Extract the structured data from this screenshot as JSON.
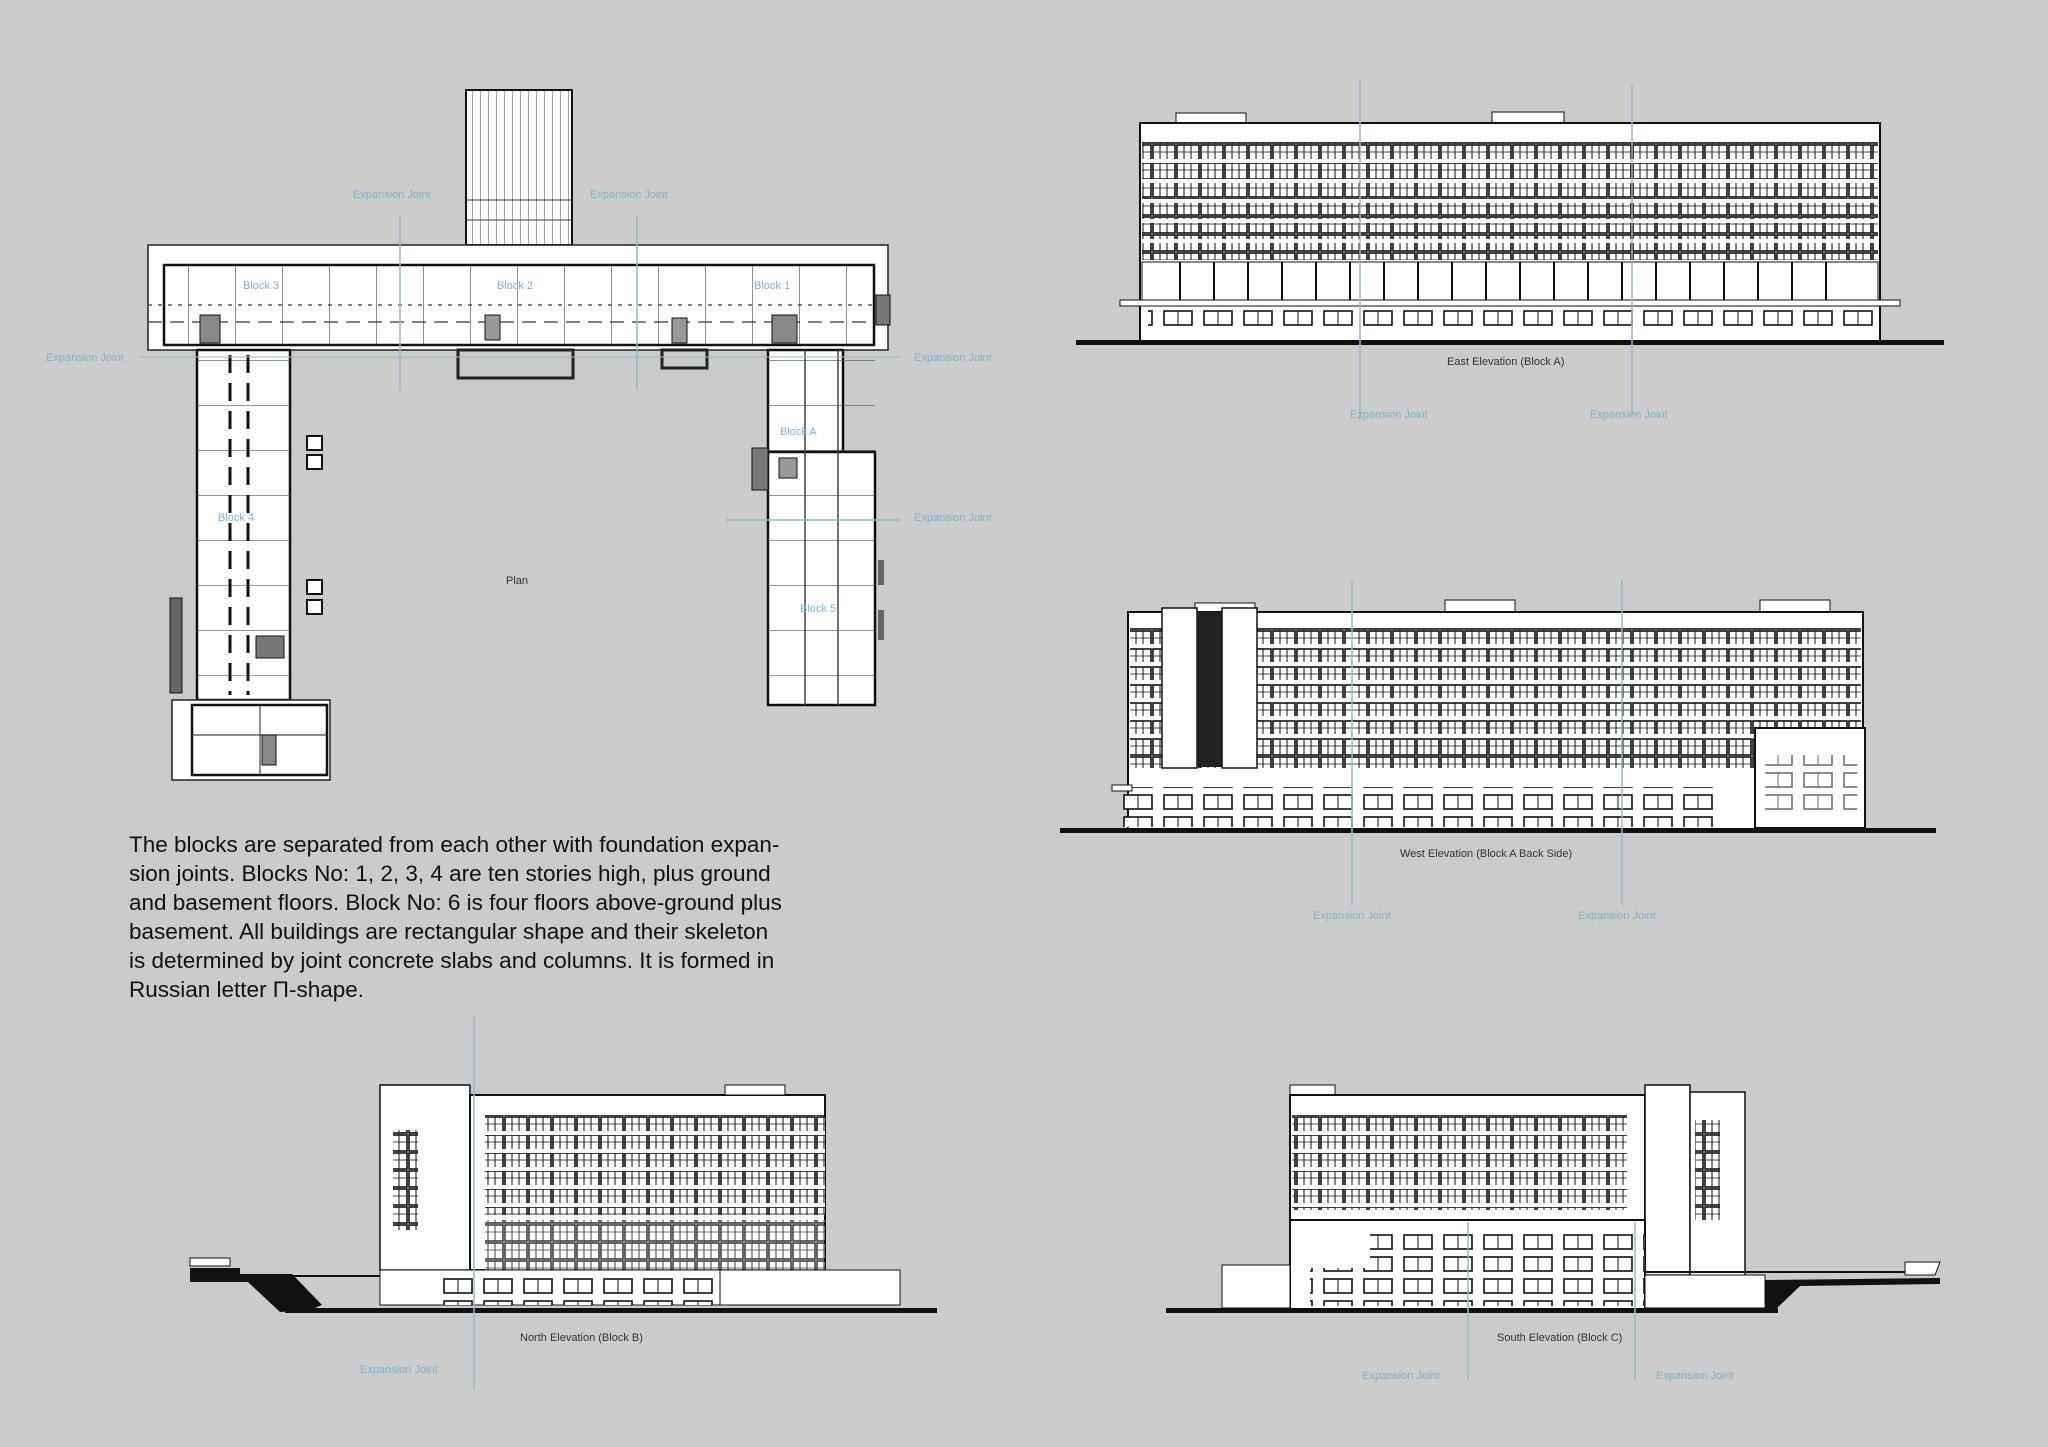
{
  "plan": {
    "title": "Plan",
    "blocks": [
      "Block 3",
      "Block 2",
      "Block 1",
      "Block 4",
      "Block A",
      "Block 5"
    ],
    "expansion_joint_labels": [
      "Expansion Joint",
      "Expansion Joint",
      "Expansion Joint",
      "Expansion Joint",
      "Expansion Joint"
    ]
  },
  "description": {
    "lines": [
      "The blocks are separated from each other with foundation expan-",
      "sion joints. Blocks No: 1, 2, 3, 4  are ten stories high, plus ground",
      "and basement floors. Block No: 6 is four floors above-ground plus",
      "basement. All buildings are rectangular shape and their skeleton",
      "is determined by joint concrete slabs and columns. It is formed in",
      "Russian letter П-shape."
    ]
  },
  "elevations": {
    "east": {
      "caption": "East Elevation (Block A)",
      "joints": [
        "Expansion Joint",
        "Expansion Joint"
      ]
    },
    "west": {
      "caption": "West Elevation (Block A Back Side)",
      "joints": [
        "Expansion Joint",
        "Expansion Joint"
      ]
    },
    "north": {
      "caption": "North Elevation (Block B)",
      "joints": [
        "Expansion Joint"
      ]
    },
    "south": {
      "caption": "South Elevation (Block C)",
      "joints": [
        "Expansion Joint",
        "Expansion Joint"
      ]
    }
  },
  "colors": {
    "background": "#cbcbcb",
    "annotation_blue": "#7fb3cf",
    "joint_line": "#8fbcc4",
    "drawing_line": "#111111",
    "fill": "#ffffff"
  }
}
